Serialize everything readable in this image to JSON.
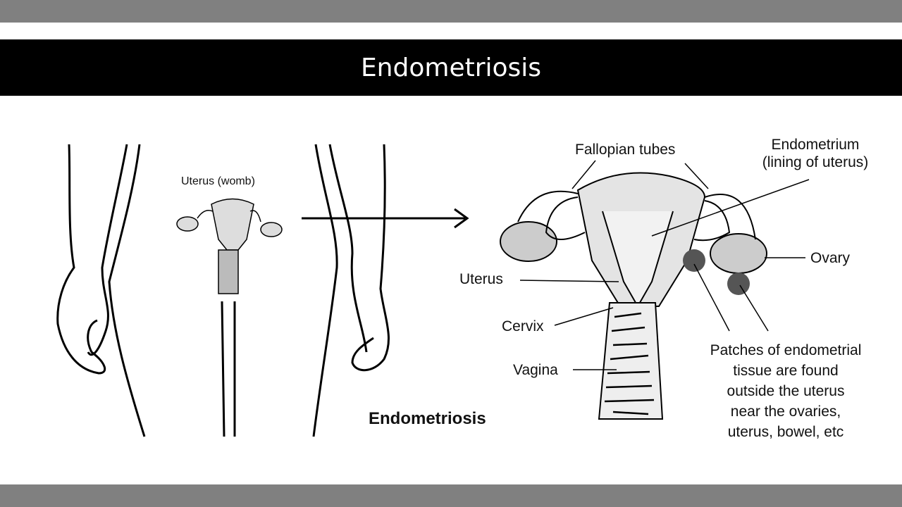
{
  "title": "Endometriosis",
  "labels": {
    "uterus_womb": "Uterus (womb)",
    "fallopian_tubes": "Fallopian tubes",
    "endometrium": "Endometrium",
    "endometrium_sub": "(lining of uterus)",
    "ovary": "Ovary",
    "uterus": "Uterus",
    "cervix": "Cervix",
    "vagina": "Vagina",
    "patches": [
      "Patches of endometrial",
      "tissue are found",
      "outside the uterus",
      "near the ovaries,",
      "uterus, bowel, etc"
    ],
    "caption": "Endometriosis"
  }
}
